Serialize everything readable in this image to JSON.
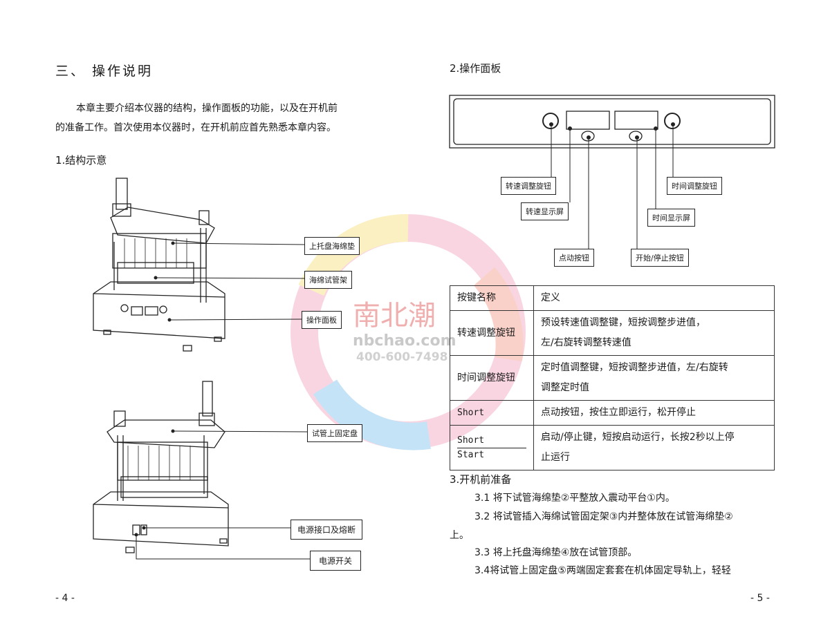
{
  "left_page": {
    "heading": "三、 操作说明",
    "intro_line1": "本章主要介绍本仪器的结构，操作面板的功能，以及在开机前",
    "intro_line2": "的准备工作。首次使用本仪器时，在开机前应首先熟悉本章内容。",
    "section1_title": "1.结构示意",
    "figure1_labels": [
      "上托盘海绵垫",
      "海绵试管架",
      "操作面板"
    ],
    "figure2_labels": [
      "试管上固定盘",
      "电源接口及熔断",
      "电源开关"
    ],
    "page_number": "- 4 -"
  },
  "right_page": {
    "section2_title": "2.操作面板",
    "panel_labels": {
      "speed_knob": "转速调整旋钮",
      "speed_display": "转速显示屏",
      "jog_button": "点动按钮",
      "start_stop_button": "开始/停止按钮",
      "time_display": "时间显示屏",
      "time_knob": "时间调整旋钮"
    },
    "table": {
      "headers": [
        "按键名称",
        "定义"
      ],
      "rows": [
        {
          "name": "转速调整旋钮",
          "def1": "预设转速值调整键，短按调整步进值，",
          "def2": "左/右旋转调整转速值"
        },
        {
          "name": "时间调整旋钮",
          "def1": "定时值调整键，短按调整步进值，左/右旋转",
          "def2": "调整定时值"
        },
        {
          "name": "Short",
          "def1": "点动按钮，按住立即运行，松开停止",
          "def2": ""
        },
        {
          "name": "Short",
          "name2": "Start",
          "def1": "启动/停止键，短按启动运行，长按2秒以上停",
          "def2": "止运行"
        }
      ]
    },
    "section3_title": "3.开机前准备",
    "steps": [
      "3.1 将下试管海绵垫②平整放入震动平台①内。",
      "3.2 将试管插入海绵试管固定架③内并整体放在试管海绵垫②",
      "上。",
      "3.3 将上托盘海绵垫④放在试管顶部。",
      "3.4将试管上固定盘⑤两端固定套套在机体固定导轨上，轻轻"
    ],
    "page_number": "- 5 -"
  },
  "watermark": {
    "brand": "南北潮",
    "site": "nbchao.com",
    "phone": "400-600-7498"
  }
}
